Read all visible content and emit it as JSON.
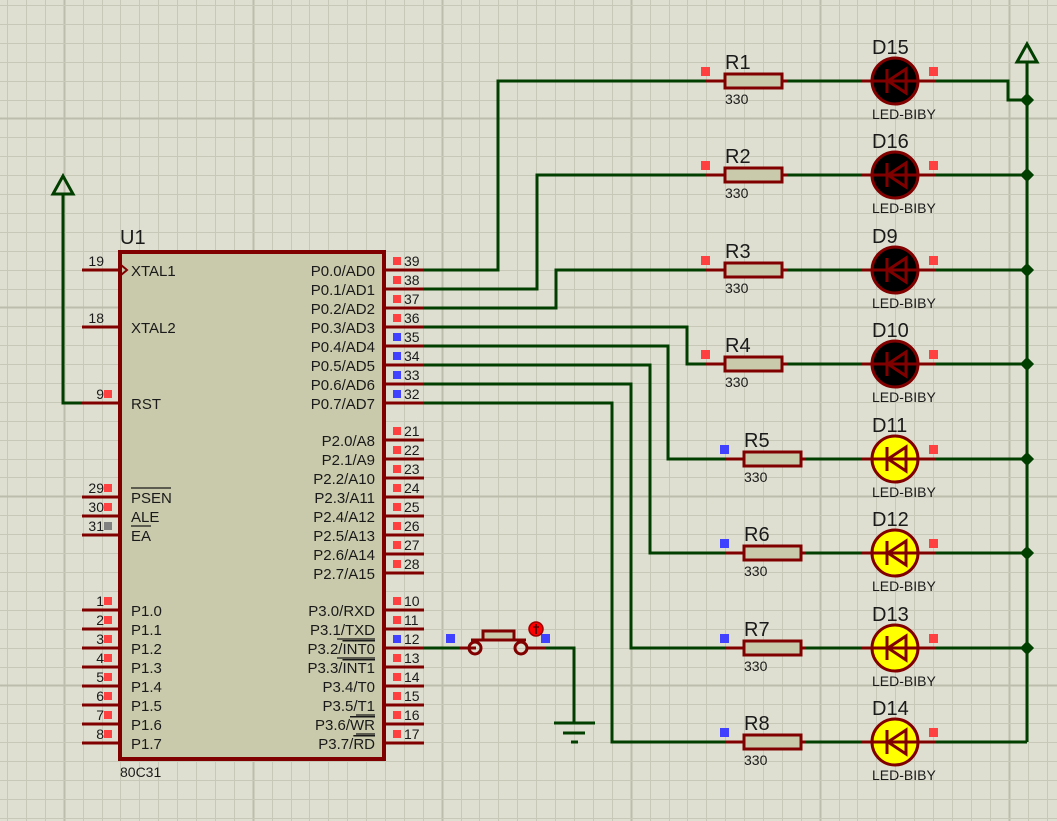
{
  "app": {
    "name": "Proteus ISIS schematic"
  },
  "colors": {
    "background": "#dfdfd1",
    "grid_minor": "#c8c8b8",
    "grid_major": "#bdbdad",
    "wire": "#003f00",
    "component": "#800000",
    "chip_fill": "#c9c9ac",
    "resistor_fill": "#c9c9ac",
    "pin_high": "#ff4040",
    "pin_low": "#4040ff",
    "pin_float": "#808080",
    "led_off": "#000000",
    "led_on": "#ffff00",
    "probe": "#ff0000"
  },
  "mcu": {
    "ref": "U1",
    "part": "80C31",
    "left_pins": [
      {
        "num": "19",
        "name": "XTAL1",
        "state": "none",
        "clock": true
      },
      {
        "num": "18",
        "name": "XTAL2",
        "state": "none"
      },
      {
        "num": "9",
        "name": "RST",
        "state": "high"
      },
      {
        "num": "29",
        "name": "PSEN",
        "overline": true,
        "state": "high"
      },
      {
        "num": "30",
        "name": "ALE",
        "state": "high"
      },
      {
        "num": "31",
        "name": "EA",
        "overline": true,
        "state": "float"
      },
      {
        "num": "1",
        "name": "P1.0",
        "state": "high"
      },
      {
        "num": "2",
        "name": "P1.1",
        "state": "high"
      },
      {
        "num": "3",
        "name": "P1.2",
        "state": "high"
      },
      {
        "num": "4",
        "name": "P1.3",
        "state": "high"
      },
      {
        "num": "5",
        "name": "P1.4",
        "state": "high"
      },
      {
        "num": "6",
        "name": "P1.5",
        "state": "high"
      },
      {
        "num": "7",
        "name": "P1.6",
        "state": "high"
      },
      {
        "num": "8",
        "name": "P1.7",
        "state": "high"
      }
    ],
    "right_pins": [
      {
        "num": "39",
        "name": "P0.0/AD0",
        "state": "high"
      },
      {
        "num": "38",
        "name": "P0.1/AD1",
        "state": "high"
      },
      {
        "num": "37",
        "name": "P0.2/AD2",
        "state": "high"
      },
      {
        "num": "36",
        "name": "P0.3/AD3",
        "state": "high"
      },
      {
        "num": "35",
        "name": "P0.4/AD4",
        "state": "low"
      },
      {
        "num": "34",
        "name": "P0.5/AD5",
        "state": "low"
      },
      {
        "num": "33",
        "name": "P0.6/AD6",
        "state": "low"
      },
      {
        "num": "32",
        "name": "P0.7/AD7",
        "state": "low"
      },
      {
        "num": "21",
        "name": "P2.0/A8",
        "state": "high"
      },
      {
        "num": "22",
        "name": "P2.1/A9",
        "state": "high"
      },
      {
        "num": "23",
        "name": "P2.2/A10",
        "state": "high"
      },
      {
        "num": "24",
        "name": "P2.3/A11",
        "state": "high"
      },
      {
        "num": "25",
        "name": "P2.4/A12",
        "state": "high"
      },
      {
        "num": "26",
        "name": "P2.5/A13",
        "state": "high"
      },
      {
        "num": "27",
        "name": "P2.6/A14",
        "state": "high"
      },
      {
        "num": "28",
        "name": "P2.7/A15",
        "state": "high"
      },
      {
        "num": "10",
        "name": "P3.0/RXD",
        "state": "high"
      },
      {
        "num": "11",
        "name": "P3.1/TXD",
        "state": "high"
      },
      {
        "num": "12",
        "name": "P3.2/",
        "over": "INT0",
        "state": "low"
      },
      {
        "num": "13",
        "name": "P3.3/",
        "over": "INT1",
        "state": "high"
      },
      {
        "num": "14",
        "name": "P3.4/T0",
        "state": "high"
      },
      {
        "num": "15",
        "name": "P3.5/T1",
        "state": "high"
      },
      {
        "num": "16",
        "name": "P3.6/",
        "over": "WR",
        "state": "high"
      },
      {
        "num": "17",
        "name": "P3.7/",
        "over": "RD",
        "state": "high"
      }
    ]
  },
  "led_rows": [
    {
      "res": "R1",
      "value": "330",
      "led": "D15",
      "led_type": "LED-BIBY",
      "lit": false,
      "res_pin": "high",
      "led_pin": "high"
    },
    {
      "res": "R2",
      "value": "330",
      "led": "D16",
      "led_type": "LED-BIBY",
      "lit": false,
      "res_pin": "high",
      "led_pin": "high"
    },
    {
      "res": "R3",
      "value": "330",
      "led": "D9",
      "led_type": "LED-BIBY",
      "lit": false,
      "res_pin": "high",
      "led_pin": "high"
    },
    {
      "res": "R4",
      "value": "330",
      "led": "D10",
      "led_type": "LED-BIBY",
      "lit": false,
      "res_pin": "high",
      "led_pin": "high"
    },
    {
      "res": "R5",
      "value": "330",
      "led": "D11",
      "led_type": "LED-BIBY",
      "lit": true,
      "res_pin": "low",
      "led_pin": "high"
    },
    {
      "res": "R6",
      "value": "330",
      "led": "D12",
      "led_type": "LED-BIBY",
      "lit": true,
      "res_pin": "low",
      "led_pin": "high"
    },
    {
      "res": "R7",
      "value": "330",
      "led": "D13",
      "led_type": "LED-BIBY",
      "lit": true,
      "res_pin": "low",
      "led_pin": "high"
    },
    {
      "res": "R8",
      "value": "330",
      "led": "D14",
      "led_type": "LED-BIBY",
      "lit": true,
      "res_pin": "low",
      "led_pin": "high"
    }
  ],
  "button": {
    "name": "push-button",
    "pin_left": "low",
    "pin_right": "low"
  }
}
